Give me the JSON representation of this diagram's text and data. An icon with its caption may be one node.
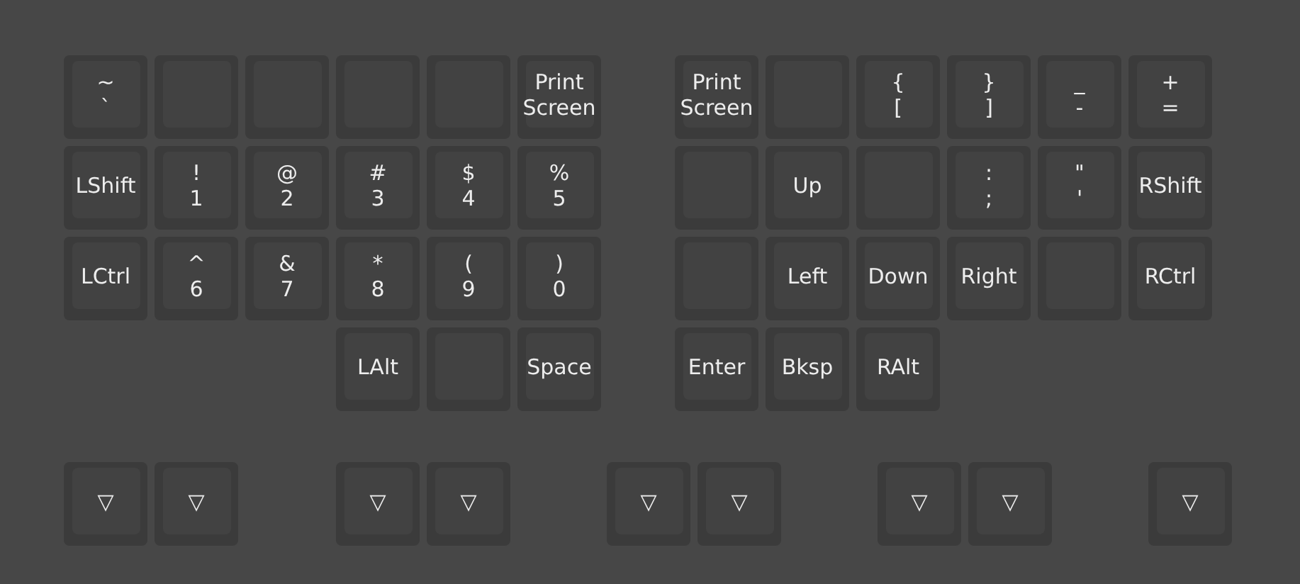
{
  "diagram": {
    "nodes": [
      {
        "text": [
          "~",
          "`"
        ]
      },
      {
        "text": [],
        "shape": "box"
      },
      {
        "text": [],
        "shape": "box"
      },
      {
        "text": [],
        "shape": "box"
      },
      {
        "text": [],
        "shape": "box"
      },
      {
        "text": [
          "Print Screen"
        ]
      },
      {
        "text": [
          "Print Screen"
        ]
      },
      {
        "text": [],
        "shape": "box"
      },
      {
        "text": [
          "{",
          "["
        ]
      },
      {
        "text": [
          "}",
          "]"
        ]
      },
      {
        "text": [
          "_",
          "-"
        ]
      },
      {
        "text": [
          "+",
          "="
        ]
      },
      {
        "text": [
          "LShift"
        ]
      },
      {
        "text": [
          "!",
          "1"
        ]
      },
      {
        "text": [
          "@",
          "2"
        ]
      },
      {
        "text": [
          "#",
          "3"
        ]
      },
      {
        "text": [
          "$",
          "4"
        ]
      },
      {
        "text": [
          "%",
          "5"
        ]
      },
      {
        "text": [],
        "shape": "box"
      },
      {
        "text": [
          "Up"
        ]
      },
      {
        "text": [],
        "shape": "box"
      },
      {
        "text": [
          ":",
          ";"
        ]
      },
      {
        "text": [
          "\"",
          "'"
        ]
      },
      {
        "text": [
          "RShift"
        ]
      },
      {
        "text": [
          "LCtrl"
        ]
      },
      {
        "text": [
          "^",
          "6"
        ]
      },
      {
        "text": [
          "&",
          "7"
        ]
      },
      {
        "text": [
          "*",
          "8"
        ]
      },
      {
        "text": [
          "(",
          "9"
        ]
      },
      {
        "text": [
          ")",
          "0"
        ]
      },
      {
        "text": [],
        "shape": "box"
      },
      {
        "text": [
          "Left"
        ]
      },
      {
        "text": [
          "Down"
        ]
      },
      {
        "text": [
          "Right"
        ]
      },
      {
        "text": [],
        "shape": "box"
      },
      {
        "text": [
          "RCtrl"
        ]
      },
      {
        "text": [
          "LAlt"
        ]
      },
      {
        "text": [],
        "shape": "box"
      },
      {
        "text": [
          "Space"
        ]
      },
      {
        "text": [
          "Enter"
        ]
      },
      {
        "text": [
          "Bksp"
        ]
      },
      {
        "text": [
          "RAlt"
        ]
      },
      {
        "text": [
          "▽"
        ]
      },
      {
        "text": [
          "▽"
        ]
      },
      {
        "text": [
          "▽"
        ]
      },
      {
        "text": [
          "▽"
        ]
      },
      {
        "text": [
          "▽"
        ]
      },
      {
        "text": [
          "▽"
        ]
      },
      {
        "text": [
          "▽"
        ]
      },
      {
        "text": [
          "▽"
        ]
      },
      {
        "text": [
          "▽"
        ]
      }
    ]
  }
}
